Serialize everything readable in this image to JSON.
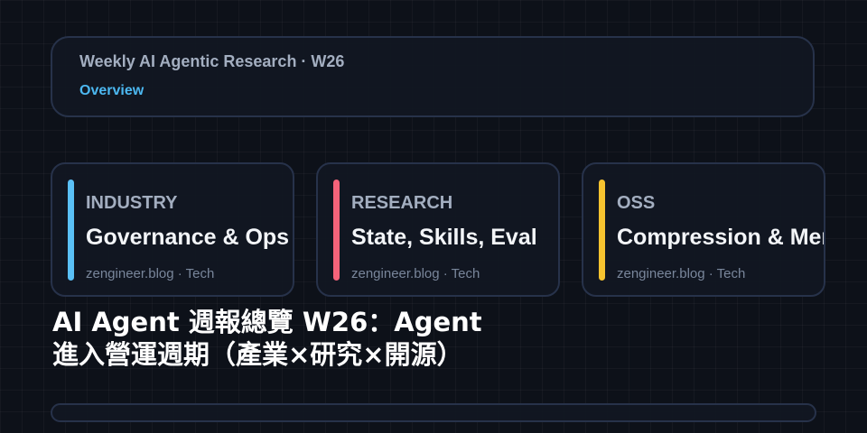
{
  "header": {
    "title": "Weekly AI Agentic Research · W26",
    "subtitle": "Overview"
  },
  "cards": [
    {
      "tag": "INDUSTRY",
      "headline": "Governance & Ops",
      "source": "zengineer.blog · Tech",
      "accent_color": "#5ac0f6"
    },
    {
      "tag": "RESEARCH",
      "headline": "State, Skills, Eval",
      "source": "zengineer.blog · Tech",
      "accent_color": "#f4637a"
    },
    {
      "tag": "OSS",
      "headline": "Compression & Memory",
      "source": "zengineer.blog · Tech",
      "accent_color": "#f6c32f"
    }
  ],
  "page_title": {
    "line1": "AI Agent 週報總覽 W26：Agent",
    "line2": "進入營運週期（產業×研究×開源）"
  }
}
